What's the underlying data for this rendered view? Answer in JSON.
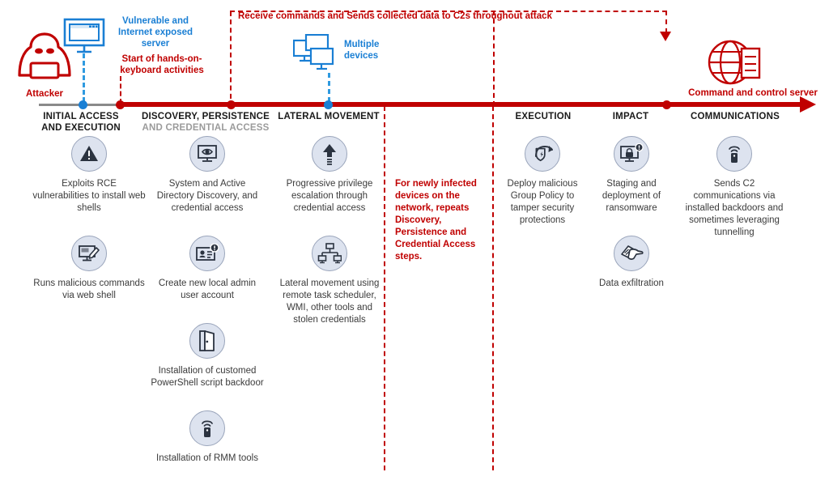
{
  "diagram": {
    "title": "Human-operated ransomware attack chain",
    "colors": {
      "red": "#c00000",
      "blue": "#1a7fd4",
      "grey_axis": "#8a8a8a",
      "icon_fill": "#dde3ef",
      "icon_stroke": "#9aa5bb",
      "text": "#3b3b3b"
    }
  },
  "actors": {
    "attacker_label": "Attacker",
    "server_label_line1": "Vulnerable and",
    "server_label_line2": "Internet exposed",
    "server_label_line3": "server",
    "hands_on_keyboard_line1": "Start of hands-on-",
    "hands_on_keyboard_line2": "keyboard activities",
    "multiple_devices_line1": "Multiple",
    "multiple_devices_line2": "devices",
    "c2_label": "Command and control server"
  },
  "annotations": {
    "top_bracket": "Receive commands and Sends collected data to C2s throughout attack",
    "loop_note": "For newly infected devices on the network, repeats Discovery, Persistence and Credential Access steps."
  },
  "phases": [
    {
      "name": "INITIAL ACCESS AND EXECUTION",
      "line1": "INITIAL ACCESS",
      "line2": "AND EXECUTION",
      "line2_muted": false
    },
    {
      "name": "DISCOVERY, PERSISTENCE AND CREDENTIAL ACCESS",
      "line1": "DISCOVERY, PERSISTENCE",
      "line2": "AND CREDENTIAL ACCESS",
      "line2_muted": true
    },
    {
      "name": "LATERAL MOVEMENT",
      "line1": "LATERAL MOVEMENT",
      "line2": "",
      "line2_muted": false
    },
    {
      "name": "EXECUTION",
      "line1": "EXECUTION",
      "line2": "",
      "line2_muted": false
    },
    {
      "name": "IMPACT",
      "line1": "IMPACT",
      "line2": "",
      "line2_muted": false
    },
    {
      "name": "COMMUNICATIONS",
      "line1": "COMMUNICATIONS",
      "line2": "",
      "line2_muted": false
    }
  ],
  "columns": [
    {
      "phase": "INITIAL ACCESS AND EXECUTION",
      "items": [
        {
          "icon": "warning-triangle-icon",
          "label": "Exploits RCE vulnerabilities to install web shells"
        },
        {
          "icon": "monitor-pencil-icon",
          "label": "Runs malicious commands via web shell"
        }
      ]
    },
    {
      "phase": "DISCOVERY, PERSISTENCE AND CREDENTIAL ACCESS",
      "items": [
        {
          "icon": "monitor-eye-icon",
          "label": "System and Active Directory Discovery, and credential access"
        },
        {
          "icon": "id-card-alert-icon",
          "label": "Create new local admin user account"
        },
        {
          "icon": "open-door-icon",
          "label": "Installation of customed PowerShell script backdoor"
        },
        {
          "icon": "remote-signal-icon",
          "label": "Installation of RMM tools"
        }
      ]
    },
    {
      "phase": "LATERAL MOVEMENT",
      "items": [
        {
          "icon": "up-arrow-escalation-icon",
          "label": "Progressive privilege escalation through credential access"
        },
        {
          "icon": "network-nodes-icon",
          "label": "Lateral movement using remote task scheduler, WMI, other tools and stolen credentials"
        }
      ]
    },
    {
      "phase": "EXECUTION",
      "items": [
        {
          "icon": "shield-tamper-icon",
          "label": "Deploy malicious Group Policy to tamper security protections"
        }
      ]
    },
    {
      "phase": "IMPACT",
      "items": [
        {
          "icon": "monitor-lock-alert-icon",
          "label": "Staging and deployment of ransomware"
        },
        {
          "icon": "hand-documents-icon",
          "label": "Data exfiltration"
        }
      ]
    },
    {
      "phase": "COMMUNICATIONS",
      "items": [
        {
          "icon": "remote-signal-icon",
          "label": "Sends C2 communications via installed backdoors and sometimes leveraging tunnelling"
        }
      ]
    }
  ]
}
